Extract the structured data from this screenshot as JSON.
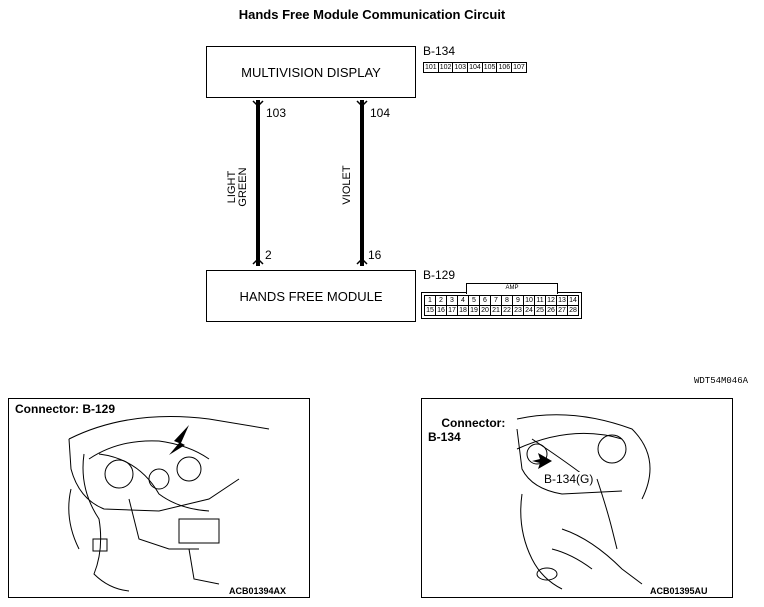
{
  "title": "Hands Free Module Communication Circuit",
  "top_module": {
    "label": "MULTIVISION DISPLAY",
    "connector_id": "B-134",
    "pins": [
      "101",
      "102",
      "103",
      "104",
      "105",
      "106",
      "107"
    ]
  },
  "bottom_module": {
    "label": "HANDS FREE MODULE",
    "connector_id": "B-129",
    "amp_label": "AMP",
    "pins_row1": [
      "1",
      "2",
      "3",
      "4",
      "5",
      "6",
      "7",
      "8",
      "9",
      "10",
      "11",
      "12",
      "13",
      "14"
    ],
    "pins_row2": [
      "15",
      "16",
      "17",
      "18",
      "19",
      "20",
      "21",
      "22",
      "23",
      "24",
      "25",
      "26",
      "27",
      "28"
    ]
  },
  "wires": [
    {
      "color_label": "LIGHT\nGREEN",
      "top_pin": "103",
      "bottom_pin": "2"
    },
    {
      "color_label": "VIOLET",
      "top_pin": "104",
      "bottom_pin": "16"
    }
  ],
  "diagram_code": "WDT54M046A",
  "photos": [
    {
      "heading": "Connector: B-129",
      "code": "ACB01394AX"
    },
    {
      "heading": "Connector:\nB-134",
      "code": "ACB01395AU",
      "callout": "B-134(G)"
    }
  ]
}
